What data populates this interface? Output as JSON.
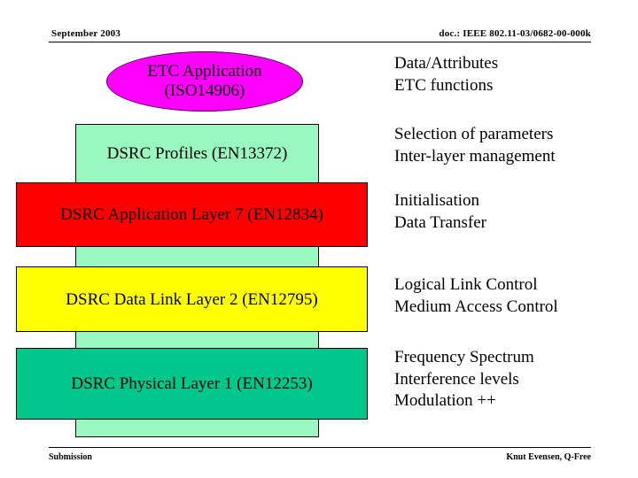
{
  "header": {
    "date": "September 2003",
    "doc": "doc.: IEEE 802.11-03/0682-00-000k"
  },
  "footer": {
    "left": "Submission",
    "right": "Knut Evensen, Q-Free"
  },
  "diagram": {
    "title": "DSRC protocol stack layers",
    "ellipse": {
      "line1": "ETC Application",
      "line2": "(ISO14906)",
      "fill": "#FF00FF",
      "stroke": "#4B0055"
    },
    "spine": {
      "fill": "#99F7C0",
      "label": "DSRC Profiles (EN13372)"
    },
    "layers": [
      {
        "id": "profiles",
        "label": "DSRC Profiles (EN13372)",
        "fill": "#99F7C0"
      },
      {
        "id": "application-layer-7",
        "label": "DSRC Application Layer 7 (EN12834)",
        "fill": "#FF0000"
      },
      {
        "id": "data-link-layer-2",
        "label": "DSRC Data Link Layer 2 (EN12795)",
        "fill": "#FFFF00"
      },
      {
        "id": "physical-layer-1",
        "label": "DSRC Physical Layer 1 (EN12253)",
        "fill": "#00C88C"
      }
    ],
    "notes": [
      {
        "for": "etc-application",
        "lines": [
          "Data/Attributes",
          "ETC functions"
        ]
      },
      {
        "for": "profiles",
        "lines": [
          "Selection of parameters",
          "Inter-layer management"
        ]
      },
      {
        "for": "application-layer-7",
        "lines": [
          "Initialisation",
          "Data Transfer"
        ]
      },
      {
        "for": "data-link-layer-2",
        "lines": [
          "Logical Link Control",
          "Medium Access Control"
        ]
      },
      {
        "for": "physical-layer-1",
        "lines": [
          "Frequency Spectrum",
          "Interference levels",
          "Modulation ++"
        ]
      }
    ]
  }
}
